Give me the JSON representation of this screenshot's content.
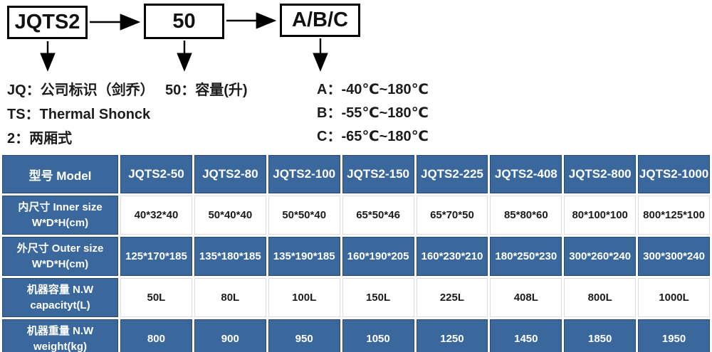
{
  "diagram": {
    "boxes": [
      {
        "label": "JQTS2"
      },
      {
        "label": "50"
      },
      {
        "label": "A/B/C"
      }
    ],
    "legend_left": [
      "JQ：公司标识（剑乔）",
      "TS：Thermal Shonck",
      "2：两厢式"
    ],
    "legend_mid": "50：容量(升)",
    "legend_right": [
      "A：-40℃~180℃",
      "B：-55℃~180℃",
      "C：-65℃~180℃"
    ]
  },
  "table": {
    "header": {
      "label": "型号 Model",
      "models": [
        "JQTS2-50",
        "JQTS2-80",
        "JQTS2-100",
        "JQTS2-150",
        "JQTS2-225",
        "JQTS2-408",
        "JQTS2-800",
        "JQTS2-1000"
      ]
    },
    "rows": [
      {
        "label_cn": "内尺寸 Inner size",
        "label_en": "W*D*H(cm)",
        "values": [
          "40*32*40",
          "50*40*40",
          "50*50*40",
          "65*50*46",
          "65*70*50",
          "85*80*60",
          "80*100*100",
          "800*125*100"
        ]
      },
      {
        "label_cn": "外尺寸 Outer size",
        "label_en": "W*D*H(cm)",
        "values": [
          "125*170*185",
          "135*180*185",
          "135*190*185",
          "160*190*205",
          "160*230*210",
          "180*250*230",
          "300*260*240",
          "300*300*240"
        ]
      },
      {
        "label_cn": "机器容量 N.W",
        "label_en": "capacityt(L)",
        "values": [
          "50L",
          "80L",
          "100L",
          "150L",
          "225L",
          "408L",
          "800L",
          "1000L"
        ]
      },
      {
        "label_cn": "机器重量 N.W",
        "label_en": "weight(kg)",
        "values": [
          "800",
          "900",
          "950",
          "1050",
          "1250",
          "1450",
          "1850",
          "1950"
        ]
      }
    ]
  },
  "colors": {
    "table_blue": "#3a689c",
    "cell_border": "#27496f",
    "diagram_ink": "#000000"
  }
}
